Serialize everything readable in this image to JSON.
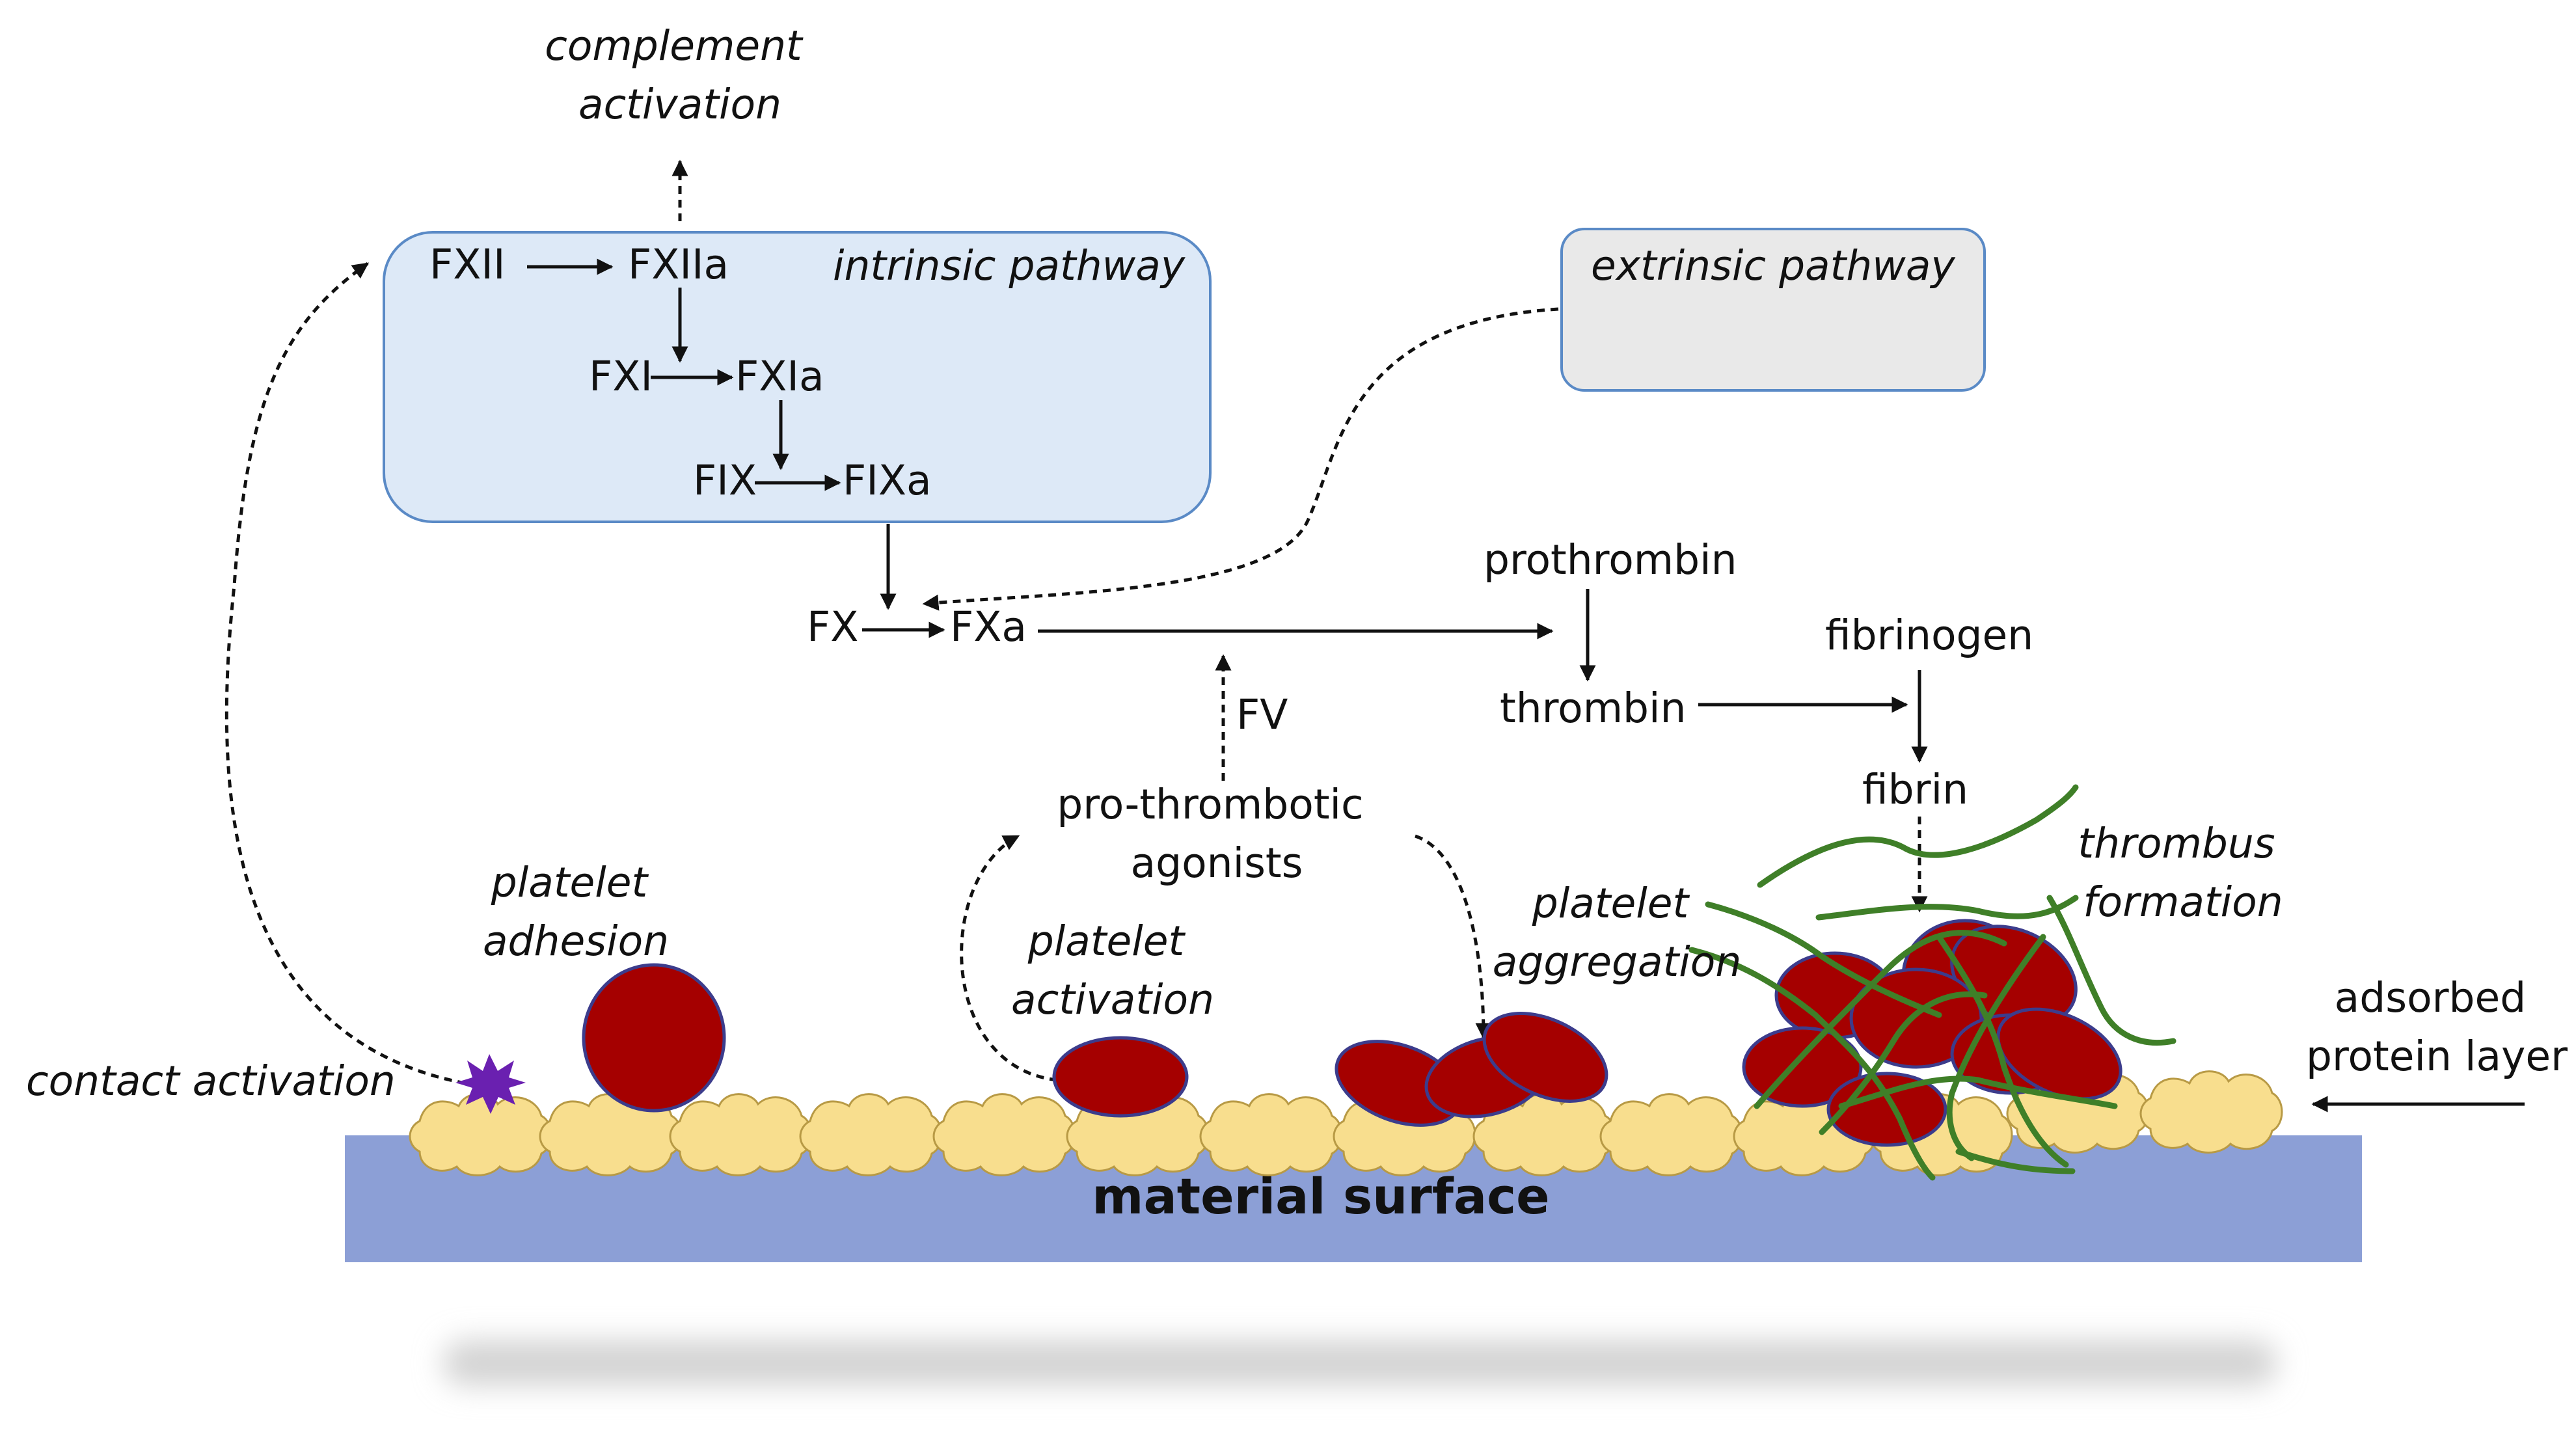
{
  "labels": {
    "complement_activation": [
      "complement",
      "activation"
    ],
    "intrinsic_pathway": "intrinsic pathway",
    "extrinsic_pathway": "extrinsic pathway",
    "fxii": "FXII",
    "fxiia": "FXIIa",
    "fxi": "FXI",
    "fxia": "FXIa",
    "fix": "FIX",
    "fixa": "FIXa",
    "fx": "FX",
    "fxa": "FXa",
    "prothrombin": "prothrombin",
    "thrombin": "thrombin",
    "fibrinogen": "fibrinogen",
    "fibrin": "fibrin",
    "fv": "FV",
    "pro_thrombotic_agonists": [
      "pro-thrombotic",
      "agonists"
    ],
    "platelet_adhesion": [
      "platelet",
      "adhesion"
    ],
    "platelet_activation": [
      "platelet",
      "activation"
    ],
    "platelet_aggregation": [
      "platelet",
      "aggregation"
    ],
    "thrombus_formation": [
      "thrombus",
      "formation"
    ],
    "contact_activation": "contact activation",
    "adsorbed_protein_layer": [
      "adsorbed",
      "protein layer"
    ],
    "material_surface": "material surface"
  },
  "colors": {
    "intrinsic_box_fill": "#dde9f7",
    "intrinsic_box_stroke": "#5a8ac6",
    "extrinsic_box_fill": "#e9e9e9",
    "extrinsic_box_stroke": "#5a8ac6",
    "surface": "#8c9fd6",
    "protein": "#f8de8e",
    "protein_stroke": "#b89a45",
    "platelet": "#a50000",
    "platelet_stroke": "#3c3c8c",
    "fibrin_strand": "#3f7f28",
    "contact_star": "#6a20b0"
  }
}
